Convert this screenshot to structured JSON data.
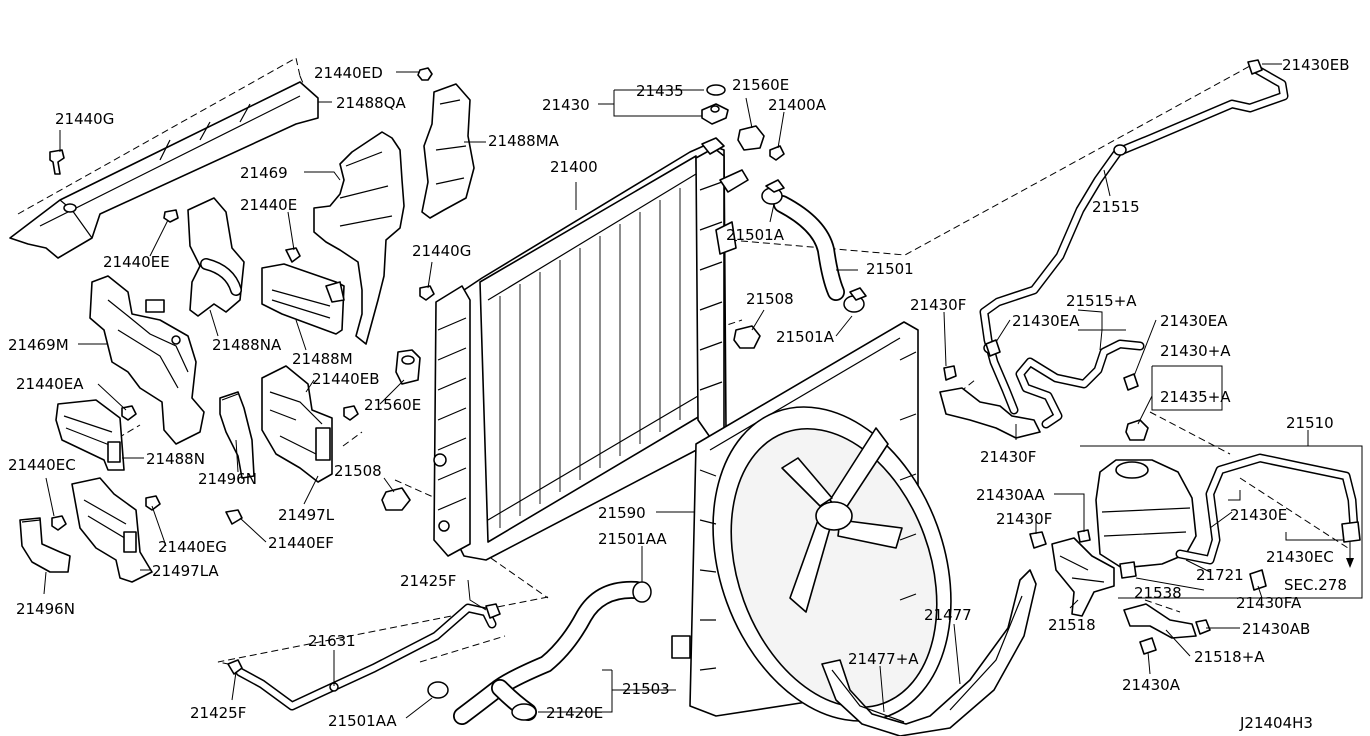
{
  "diagram_code": "J21404H3",
  "labels": {
    "p21440ED": "21440ED",
    "p21488QA": "21488QA",
    "p21440G_a": "21440G",
    "p21469": "21469",
    "p21440E": "21440E",
    "p21440EE": "21440EE",
    "p21469M": "21469M",
    "p21488NA": "21488NA",
    "p21488M": "21488M",
    "p21440EA": "21440EA",
    "p21488N": "21488N",
    "p21440EC": "21440EC",
    "p21496N_a": "21496N",
    "p21496N_b": "21496N",
    "p21440EB": "21440EB",
    "p21497L": "21497L",
    "p21440EG": "21440EG",
    "p21440EF": "21440EF",
    "p21497LA": "21497LA",
    "p21488MA": "21488MA",
    "p21440G_b": "21440G",
    "p21560E_a": "21560E",
    "p21508_a": "21508",
    "p21430": "21430",
    "p21435": "21435",
    "p21560E_b": "21560E",
    "p21400A": "21400A",
    "p21400": "21400",
    "p21501A_a": "21501A",
    "p21501": "21501",
    "p21508_b": "21508",
    "p21501A_b": "21501A",
    "p21590": "21590",
    "p21501AA_a": "21501AA",
    "p21425F_a": "21425F",
    "p21631": "21631",
    "p21425F_b": "21425F",
    "p21501AA_b": "21501AA",
    "p21420E": "21420E",
    "p21503": "21503",
    "p21477plusA": "21477+A",
    "p21477": "21477",
    "p21430EB": "21430EB",
    "p21515": "21515",
    "p21430F_a": "21430F",
    "p21430EA_a": "21430EA",
    "p21515plusA": "21515+A",
    "p21430EA_b": "21430EA",
    "p21430plusA": "21430+A",
    "p21435plusA": "21435+A",
    "p21430F_b": "21430F",
    "p21510": "21510",
    "p21430AA": "21430AA",
    "p21430F_c": "21430F",
    "p21430E": "21430E",
    "p21430EC": "21430EC",
    "p21721": "21721",
    "p21538": "21538",
    "pSEC278": "SEC.278",
    "p21430FA": "21430FA",
    "p21518": "21518",
    "p21430AB": "21430AB",
    "p21518plusA": "21518+A",
    "p21430A": "21430A"
  }
}
